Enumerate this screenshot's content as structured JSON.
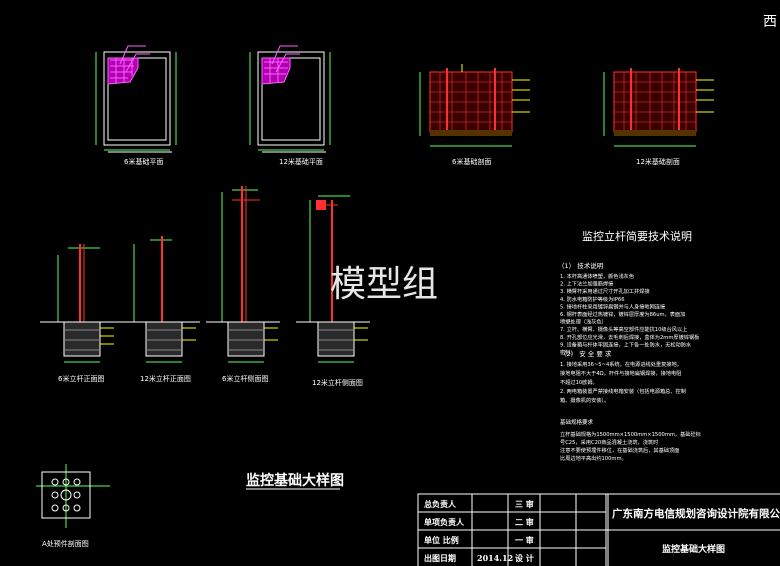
{
  "corner_glyph": "西",
  "watermark": "模型组",
  "plans": [
    {
      "label": "6米基础平面"
    },
    {
      "label": "12米基础平面"
    },
    {
      "label": "6米基础剖面"
    },
    {
      "label": "12米基础剖面"
    }
  ],
  "elevations": [
    {
      "label": "6米立杆正面图"
    },
    {
      "label": "12米立杆正面图"
    },
    {
      "label": "6米立杆侧面图"
    },
    {
      "label": "12米立杆侧面图"
    }
  ],
  "main_title": "监控基础大样图",
  "detail_label": "A处预件剖面图",
  "notes": {
    "title": "监控立杆简要技术说明",
    "section1_title": "（1） 技术说明",
    "section1_items": [
      "1.   本杆高通体喷塑，颜色浅灰色",
      "2.   上下法兰加强筋焊接",
      "3.   横臂杆采用通过尺寸开孔加工并焊接",
      "4.   防水电箱防护等级为IP66",
      "5.   接地杆柱采用镀锌扁钢并与人身接地网连接",
      "6.   钢杆表面经过热镀锌，镀锌层厚度为86um，表面加",
      "     喷塑处理（浅灰色）",
      "7.   立杆、横臂、摄像头等高空部件应能抗10级台风以上",
      "8.   开孔部位应光滑，去毛刺后焊接，盒体为2mm厚镀锌钢板",
      "9.   设备箱与杆体牢固连接，上下各一处防水，无松动防水",
      "     密封。"
    ],
    "section2_title": "（2）  安 全 要 求",
    "section2_items": [
      "1.   接地采用36~5~4系统，在电源进线处重复接地。",
      "     接地电阻不大于4Ω，杆件与接地扁钢焊接，接地电阻",
      "     不超过10欧姆。",
      "2.   两电箱装置严禁接线电箱安装（包括电源箱总、控制",
      "     箱、摄像机的安装）。"
    ],
    "section3_title": "基础规格要求",
    "section3_items": [
      "     立杆基础规格为1500mm×1500mm×1500mm，基础砼标",
      "     号C25，采用C20商品混凝土浇筑，浇筑时",
      "     注意不要使预埋件移位，在基础浇筑后，其基础顶面",
      "     比周边地平高出约100mm。"
    ]
  },
  "title_block": {
    "rows": [
      {
        "left_label": "总负责人",
        "mid_label": "三  审"
      },
      {
        "left_label": "单项负责人",
        "mid_label": "二  审"
      },
      {
        "left_label": "单位  比例",
        "mid_label": "一  审"
      },
      {
        "left_label": "出图日期",
        "date": "2014.12",
        "mid_label": "设  计"
      }
    ],
    "company": "广东南方电信规划咨询设计院有限公",
    "drawing_name": "监控基础大样图"
  },
  "colors": {
    "background": "#000000",
    "outline": "#5dff5d",
    "rebar": "#ff3030",
    "hatch": "#ff5fff",
    "leader": "#ffff00"
  }
}
